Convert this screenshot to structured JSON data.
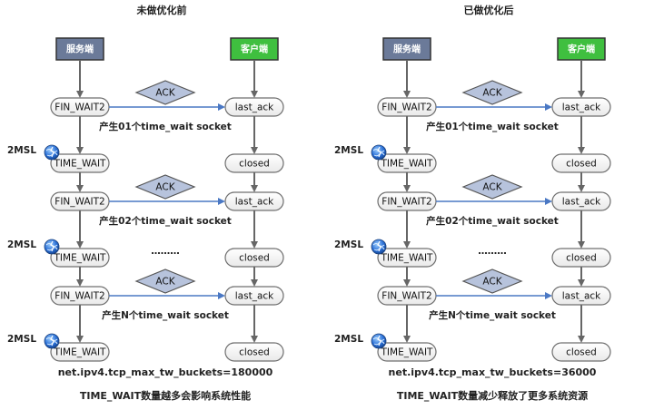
{
  "panels": [
    {
      "title": "未做优化前",
      "server": "服务端",
      "client": "客户端",
      "rows": [
        {
          "fin": "FIN_WAIT2",
          "ack": "ACK",
          "last": "last_ack",
          "note": "产生01个time_wait socket",
          "msl": "2MSL",
          "tw": "TIME_WAIT",
          "closed": "closed"
        },
        {
          "fin": "FIN_WAIT2",
          "ack": "ACK",
          "last": "last_ack",
          "note": "产生02个time_wait socket",
          "msl": "2MSL",
          "tw": "TIME_WAIT",
          "closed": "closed"
        },
        {
          "fin": "FIN_WAIT2",
          "ack": "ACK",
          "last": "last_ack",
          "note": "产生N个time_wait socket",
          "msl": "2MSL",
          "tw": "TIME_WAIT",
          "closed": "closed"
        }
      ],
      "dots": "………",
      "param": "net.ipv4.tcp_max_tw_buckets=180000",
      "summary": "TIME_WAIT数量越多会影响系统性能"
    },
    {
      "title": "已做优化后",
      "server": "服务端",
      "client": "客户端",
      "rows": [
        {
          "fin": "FIN_WAIT2",
          "ack": "ACK",
          "last": "last_ack",
          "note": "产生01个time_wait socket",
          "msl": "2MSL",
          "tw": "TIME_WAIT",
          "closed": "closed"
        },
        {
          "fin": "FIN_WAIT2",
          "ack": "ACK",
          "last": "last_ack",
          "note": "产生02个time_wait socket",
          "msl": "2MSL",
          "tw": "TIME_WAIT",
          "closed": "closed"
        },
        {
          "fin": "FIN_WAIT2",
          "ack": "ACK",
          "last": "last_ack",
          "note": "产生N个time_wait socket",
          "msl": "2MSL",
          "tw": "TIME_WAIT",
          "closed": "closed"
        }
      ],
      "dots": "………",
      "param": "net.ipv4.tcp_max_tw_buckets=36000",
      "summary": "TIME_WAIT数量减少释放了更多系统资源"
    }
  ],
  "colors": {
    "server_box": "#6b7a99",
    "client_box": "#3fbf3f",
    "ack_diamond": "#b7c3dc",
    "arrow_blue": "#4a78c4",
    "gray_arrow": "#666666",
    "clock_icon": "#2a6fd6"
  },
  "icons": {
    "msl": "clock-globe-icon"
  }
}
